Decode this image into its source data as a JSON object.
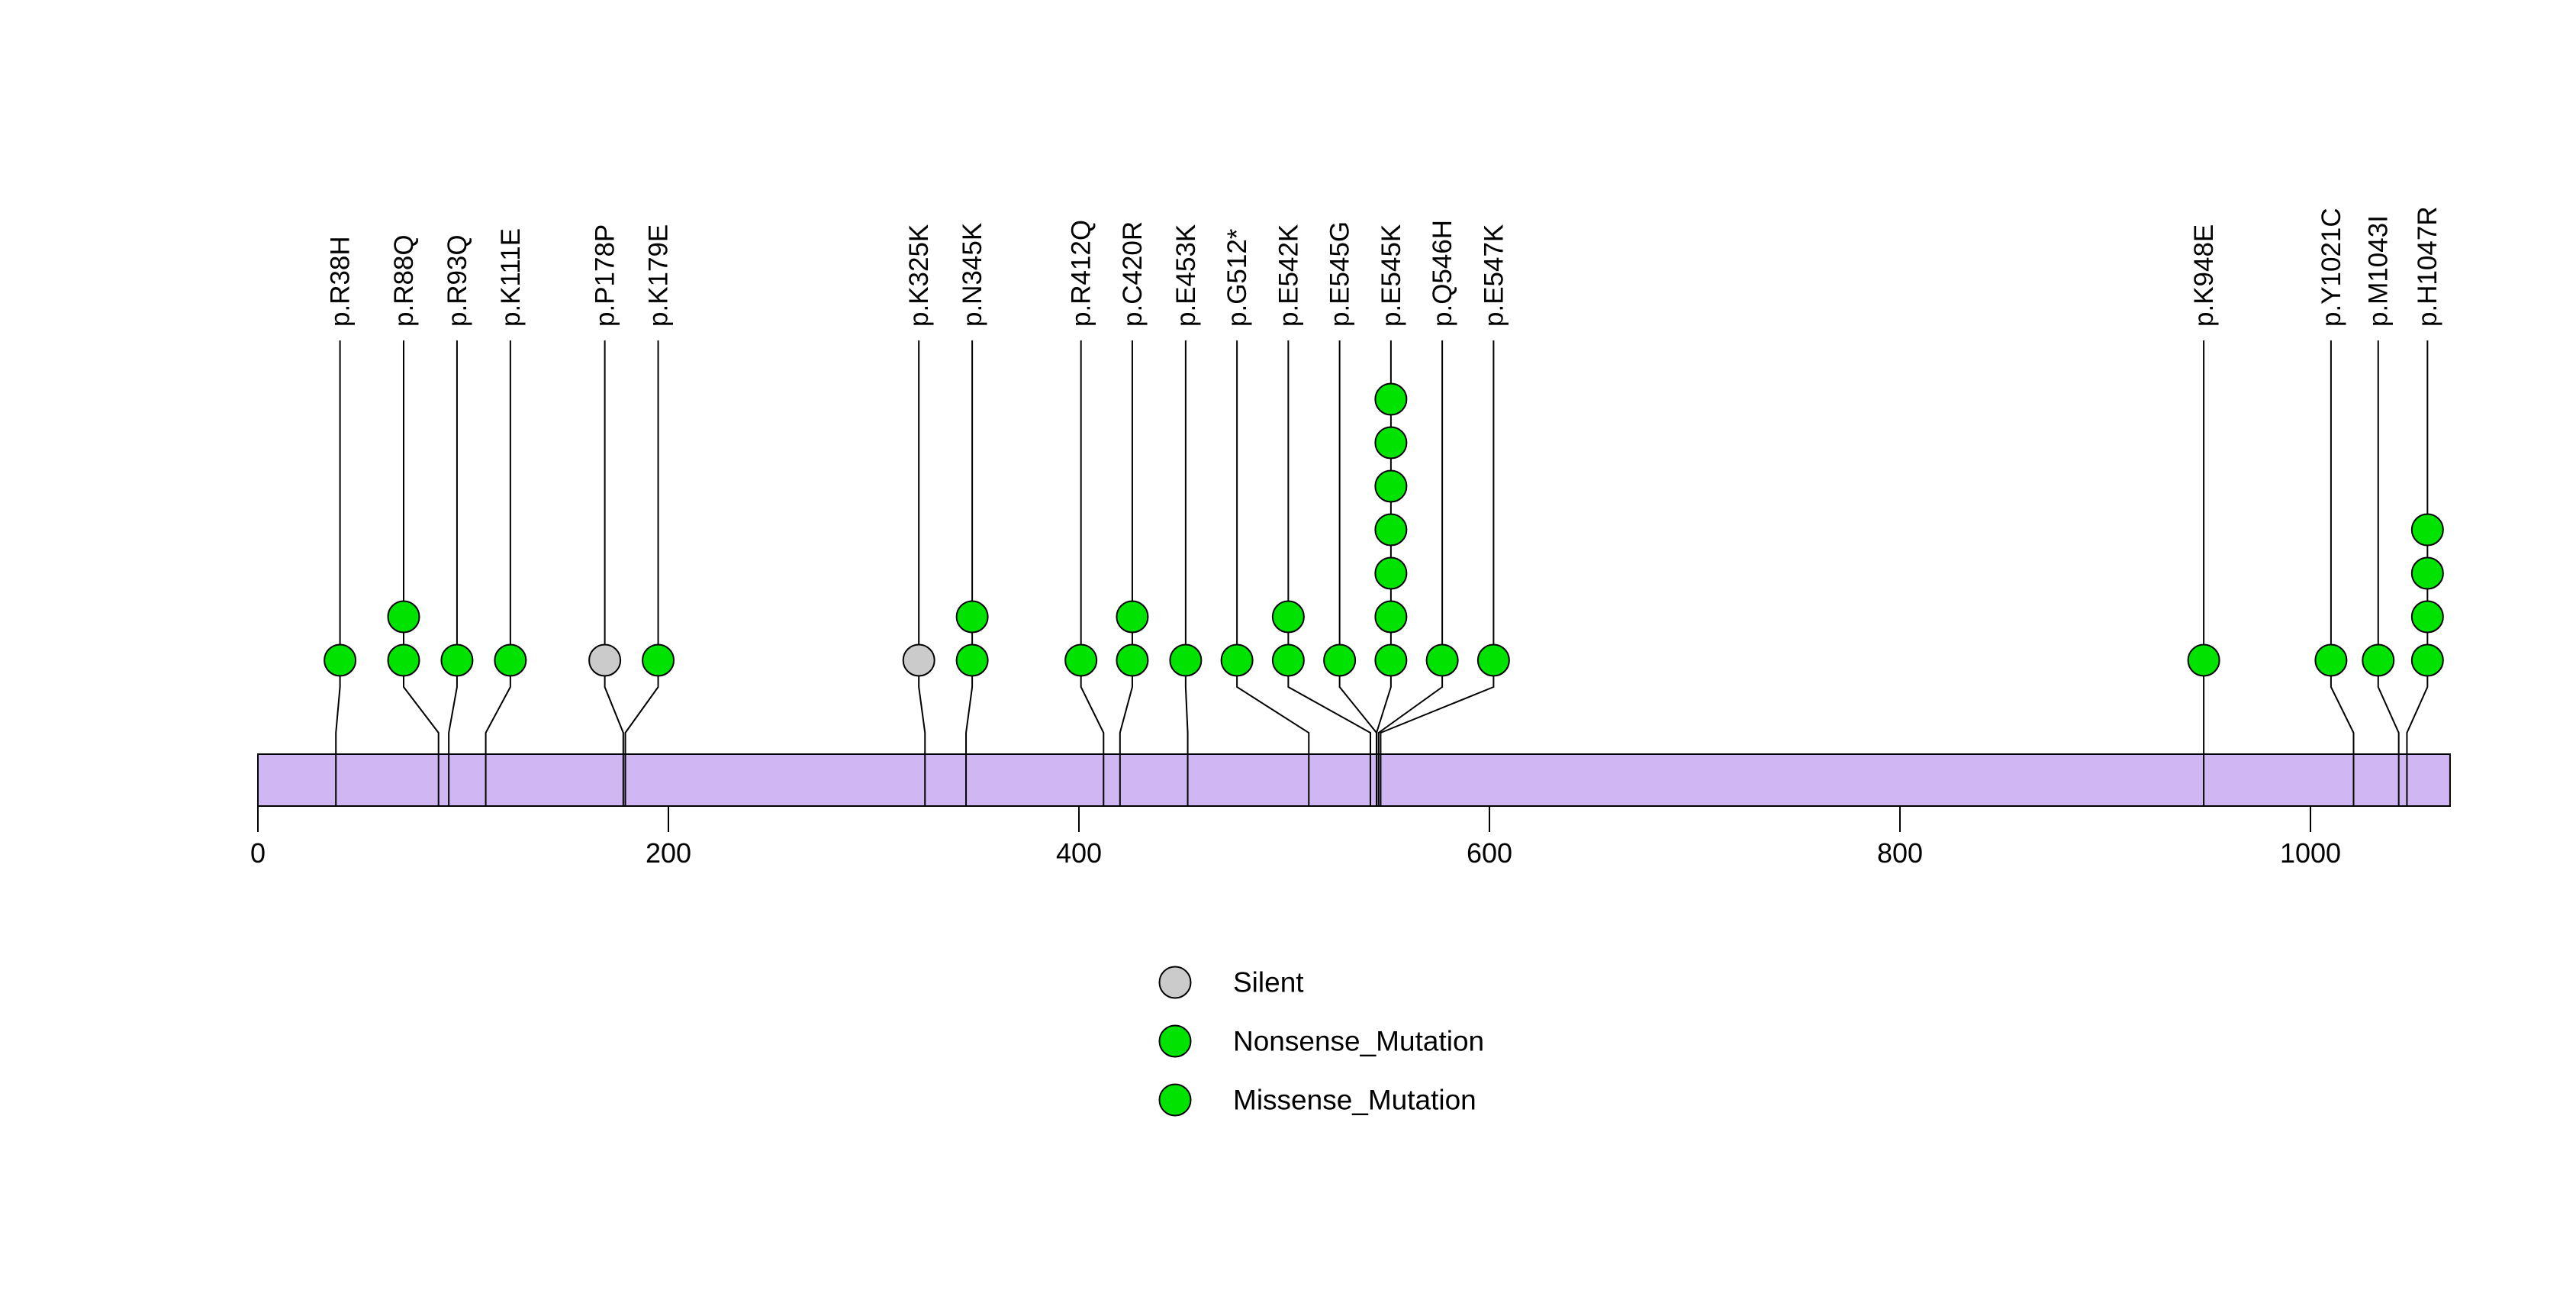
{
  "chart_data": {
    "type": "lollipop",
    "title": "",
    "xlabel": "",
    "ylabel": "",
    "axis": {
      "ticks": [
        0,
        200,
        400,
        600,
        800,
        1000
      ],
      "min": 0,
      "max": 1068
    },
    "protein_length": 1068,
    "grid": false,
    "legend_position": "bottom-center",
    "colors": {
      "Silent": "#CBCBCB",
      "Nonsense_Mutation": "#00E300",
      "Missense_Mutation": "#00E300",
      "domain_bar": "#D0B6F2",
      "stem": "#000000",
      "outline": "#000000"
    },
    "legend": [
      {
        "key": "silent",
        "label": "Silent",
        "color": "#CBCBCB"
      },
      {
        "key": "nonsense",
        "label": "Nonsense_Mutation",
        "color": "#00E300"
      },
      {
        "key": "missense",
        "label": "Missense_Mutation",
        "color": "#00E300"
      }
    ],
    "mutations": [
      {
        "label": "p.R38H",
        "residue": 38,
        "label_pos": 40,
        "count": 1,
        "type": "Missense_Mutation"
      },
      {
        "label": "p.R88Q",
        "residue": 88,
        "label_pos": 71,
        "count": 2,
        "type": "Missense_Mutation"
      },
      {
        "label": "p.R93Q",
        "residue": 93,
        "label_pos": 97,
        "count": 1,
        "type": "Missense_Mutation"
      },
      {
        "label": "p.K111E",
        "residue": 111,
        "label_pos": 123,
        "count": 1,
        "type": "Missense_Mutation"
      },
      {
        "label": "p.P178P",
        "residue": 178,
        "label_pos": 169,
        "count": 1,
        "type": "Silent"
      },
      {
        "label": "p.K179E",
        "residue": 179,
        "label_pos": 195,
        "count": 1,
        "type": "Missense_Mutation"
      },
      {
        "label": "p.K325K",
        "residue": 325,
        "label_pos": 322,
        "count": 1,
        "type": "Silent"
      },
      {
        "label": "p.N345K",
        "residue": 345,
        "label_pos": 348,
        "count": 2,
        "type": "Missense_Mutation"
      },
      {
        "label": "p.R412Q",
        "residue": 412,
        "label_pos": 401,
        "count": 1,
        "type": "Missense_Mutation"
      },
      {
        "label": "p.C420R",
        "residue": 420,
        "label_pos": 426,
        "count": 2,
        "type": "Missense_Mutation"
      },
      {
        "label": "p.E453K",
        "residue": 453,
        "label_pos": 452,
        "count": 1,
        "type": "Missense_Mutation"
      },
      {
        "label": "p.G512*",
        "residue": 512,
        "label_pos": 477,
        "count": 1,
        "type": "Nonsense_Mutation"
      },
      {
        "label": "p.E542K",
        "residue": 542,
        "label_pos": 502,
        "count": 2,
        "type": "Missense_Mutation"
      },
      {
        "label": "p.E545G",
        "residue": 545,
        "label_pos": 527,
        "count": 1,
        "type": "Missense_Mutation"
      },
      {
        "label": "p.E545K",
        "residue": 545,
        "label_pos": 552,
        "count": 7,
        "type": "Missense_Mutation"
      },
      {
        "label": "p.Q546H",
        "residue": 546,
        "label_pos": 577,
        "count": 1,
        "type": "Missense_Mutation"
      },
      {
        "label": "p.E547K",
        "residue": 547,
        "label_pos": 602,
        "count": 1,
        "type": "Missense_Mutation"
      },
      {
        "label": "p.K948E",
        "residue": 948,
        "label_pos": 948,
        "count": 1,
        "type": "Missense_Mutation"
      },
      {
        "label": "p.Y1021C",
        "residue": 1021,
        "label_pos": 1010,
        "count": 1,
        "type": "Missense_Mutation"
      },
      {
        "label": "p.M1043I",
        "residue": 1043,
        "label_pos": 1033,
        "count": 1,
        "type": "Missense_Mutation"
      },
      {
        "label": "p.H1047R",
        "residue": 1047,
        "label_pos": 1057,
        "count": 4,
        "type": "Missense_Mutation"
      }
    ]
  }
}
